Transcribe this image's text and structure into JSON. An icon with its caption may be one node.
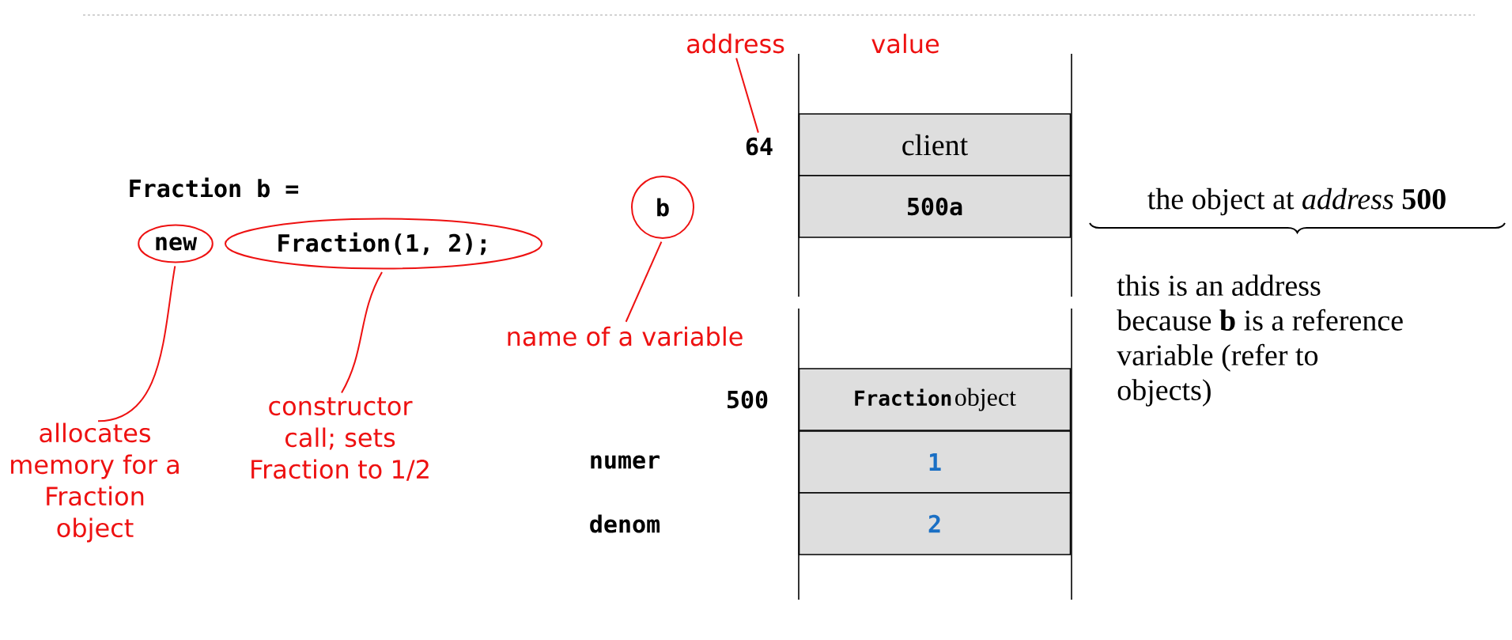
{
  "diagram": {
    "nodes": [
      {
        "text": [
          "client"
        ]
      },
      {
        "text": [
          "500a"
        ]
      },
      {
        "text": [
          "Fraction",
          "object"
        ]
      },
      {
        "text": [
          "1"
        ]
      },
      {
        "text": [
          "2"
        ]
      },
      {
        "text": [
          "b"
        ]
      },
      {
        "text": [
          "name of a variable"
        ]
      },
      {
        "text": [
          "new"
        ]
      },
      {
        "text": [
          "Fraction(1, 2);"
        ]
      },
      {
        "text": [
          "allocates memory for a Fraction object"
        ]
      },
      {
        "text": [
          "constructor call; sets Fraction to 1/2"
        ]
      },
      {
        "text": [
          "address"
        ]
      },
      {
        "text": [
          "64"
        ]
      }
    ],
    "edges": [
      {
        "from": 5,
        "to": 6,
        "arrow": "none",
        "color": "#ee1111"
      },
      {
        "from": 7,
        "to": 9,
        "arrow": "none",
        "color": "#ee1111"
      },
      {
        "from": 8,
        "to": 10,
        "arrow": "none",
        "color": "#ee1111"
      },
      {
        "from": 11,
        "to": 12,
        "arrow": "none",
        "color": "#ee1111"
      }
    ],
    "labels": [
      "Fraction b =",
      "value",
      "500",
      "numer",
      "denom",
      "the object at *address* **500**",
      "this is an address because **b** is a reference variable (refer to objects)"
    ]
  }
}
